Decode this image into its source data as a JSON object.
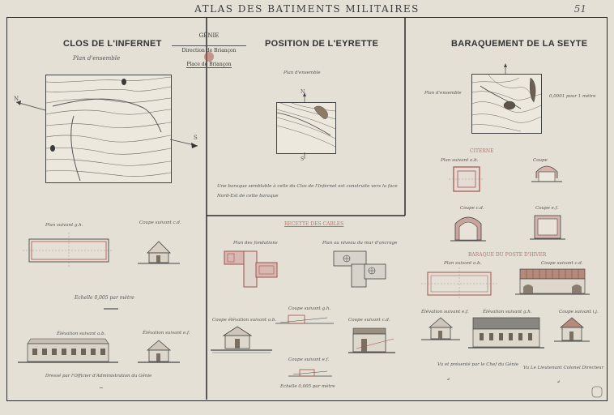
{
  "header": {
    "title": "ATLAS DES BATIMENTS MILITAIRES",
    "page_number": "51"
  },
  "cartouche": {
    "line1": "GÉNIE",
    "line2": "Direction de Briançon",
    "line3": "Place de Briançon"
  },
  "clos": {
    "title": "CLOS DE L'INFERNET",
    "plan_label": "Plan d'ensemble",
    "north": "N",
    "south": "S",
    "plan_note": "Plan suivant g.h.",
    "cut_note": "Coupe suivant c.d.",
    "scale": "Echelle 0,005 par mètre",
    "elev1": "Élévation suivant a.b.",
    "elev2": "Élévation suivant e.f.",
    "signature_note": "Dressé par l'Officier d'Administration du Génie"
  },
  "eyrette": {
    "title": "POSITION DE L'EYRETTE",
    "plan_label": "Plan d'ensemble",
    "north": "N",
    "south": "S",
    "text": "Une baraque semblable à celle du Clos de l'Infernet est construite vers la face Nord-Est de cette baraque",
    "cables_title": "RECETTE DES CABLES",
    "plan_fond": "Plan des fondations",
    "plan_mur": "Plan au niveau du mur d'ancrage",
    "cut_gh": "Coupe suivant g.h.",
    "cut_ef": "Coupe suivant e.f.",
    "cut_elev": "Coupe élévation suivant a.b.",
    "cut_cd": "Coupe suivant c.d.",
    "scale": "Echelle 0,005 par mètre"
  },
  "seyte": {
    "title": "BARAQUEMENT DE LA SEYTE",
    "plan_label": "Plan d'ensemble",
    "scale_label": "0,0001 pour 1 mètre",
    "citerne": "CITERNE",
    "plan_cit": "Plan suivant a.b.",
    "cut_cit": "Coupe",
    "cut_cd": "Coupe c.d.",
    "cut_ef": "Coupe e.f.",
    "baraque_title": "BARAQUE DU POSTE D'HIVER",
    "plan_bar": "Plan suivant a.b.",
    "cut_bar": "Coupe suivant c.d.",
    "elev_ef": "Élévation suivant e.f.",
    "elev_gh": "Élévation suivant g.h.",
    "cut_ij": "Coupe suivant i.j.",
    "sig_left": "Vu et présenté par le Chef du Génie",
    "sig_right": "Vu Le Lieutenant Colonel Directeur"
  }
}
